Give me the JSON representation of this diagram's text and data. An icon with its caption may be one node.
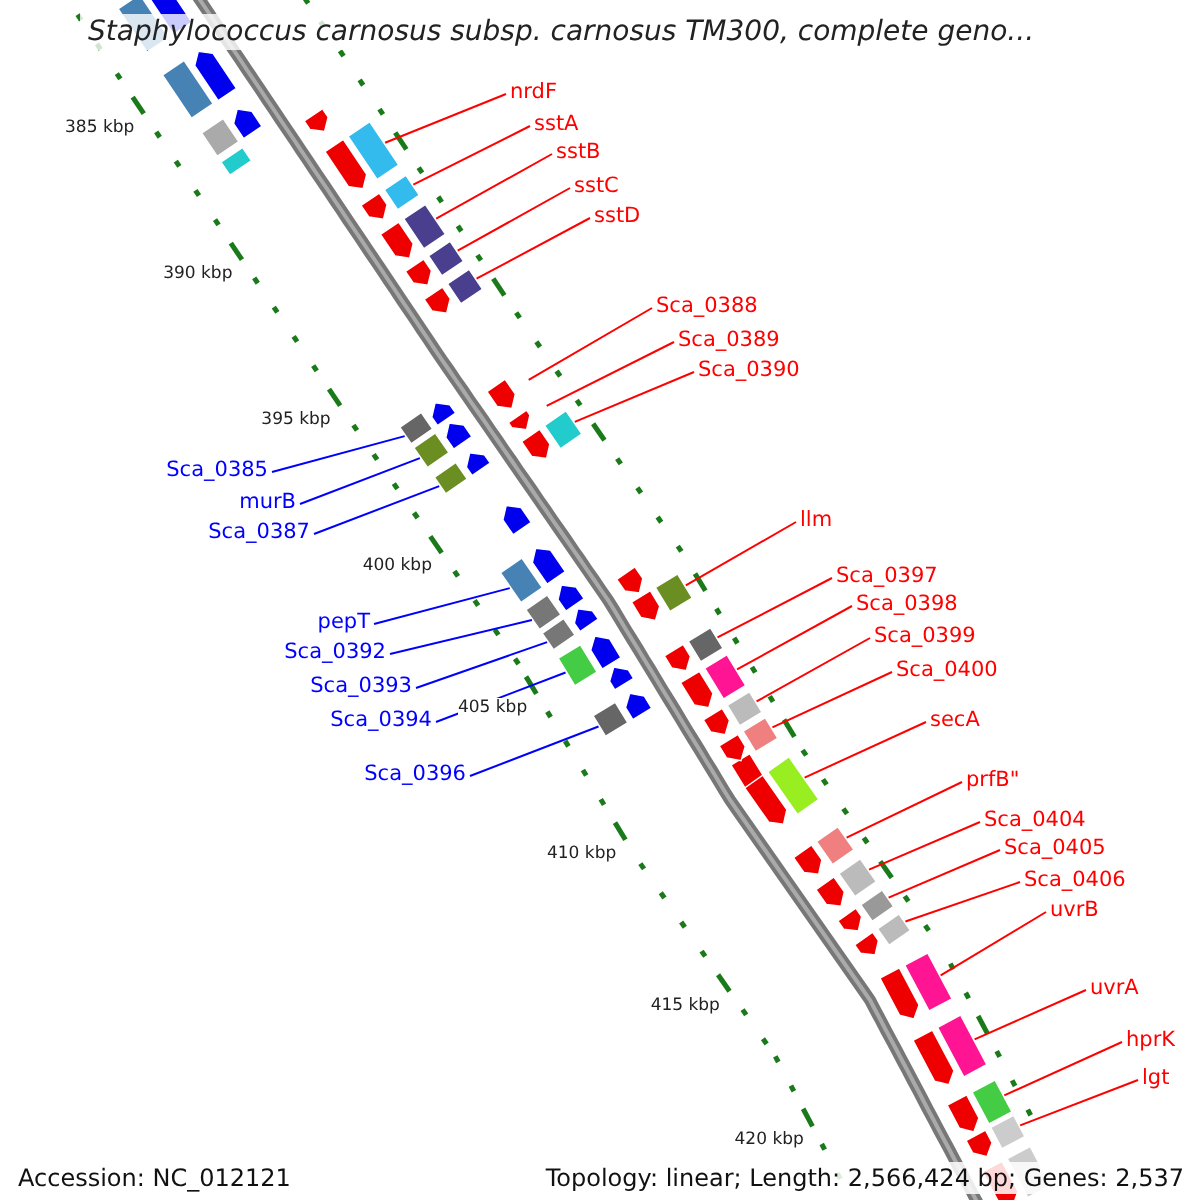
{
  "diagram": {
    "title": "Staphylococcus carnosus subsp. carnosus TM300, complete geno...",
    "nodes": [
      {
        "text": [
          "nrdF"
        ]
      },
      {
        "text": [
          "sstA"
        ]
      },
      {
        "text": [
          "sstB"
        ]
      },
      {
        "text": [
          "sstC"
        ]
      },
      {
        "text": [
          "sstD"
        ]
      },
      {
        "text": [
          "Sca_0388"
        ]
      },
      {
        "text": [
          "Sca_0389"
        ]
      },
      {
        "text": [
          "Sca_0390"
        ]
      },
      {
        "text": [
          "Sca_0385"
        ]
      },
      {
        "text": [
          "murB"
        ]
      },
      {
        "text": [
          "Sca_0387"
        ]
      },
      {
        "text": [
          "llm"
        ]
      },
      {
        "text": [
          "Sca_0397"
        ]
      },
      {
        "text": [
          "pepT"
        ]
      },
      {
        "text": [
          "Sca_0398"
        ]
      },
      {
        "text": [
          "Sca_0392"
        ]
      },
      {
        "text": [
          "Sca_0399"
        ]
      },
      {
        "text": [
          "Sca_0393"
        ]
      },
      {
        "text": [
          "Sca_0400"
        ]
      },
      {
        "text": [
          "Sca_0394"
        ]
      },
      {
        "text": [
          "secA"
        ]
      },
      {
        "text": [
          "Sca_0396"
        ]
      },
      {
        "text": [
          "prfB\""
        ]
      },
      {
        "text": [
          "Sca_0404"
        ]
      },
      {
        "text": [
          "Sca_0405"
        ]
      },
      {
        "text": [
          "Sca_0406"
        ]
      },
      {
        "text": [
          "uvrB"
        ]
      },
      {
        "text": [
          "uvrA"
        ]
      },
      {
        "text": [
          "hprK"
        ]
      },
      {
        "text": [
          "lgt"
        ]
      }
    ],
    "edges": [
      {
        "from": 0,
        "to": null,
        "arrow": "none"
      },
      {
        "from": 1,
        "to": null,
        "arrow": "none"
      },
      {
        "from": 2,
        "to": null,
        "arrow": "none"
      },
      {
        "from": 3,
        "to": null,
        "arrow": "none"
      },
      {
        "from": 4,
        "to": null,
        "arrow": "none"
      },
      {
        "from": 5,
        "to": null,
        "arrow": "none"
      },
      {
        "from": 6,
        "to": null,
        "arrow": "none"
      },
      {
        "from": 7,
        "to": null,
        "arrow": "none"
      },
      {
        "from": 8,
        "to": null,
        "arrow": "none",
        "color": "#0000ff"
      },
      {
        "from": 9,
        "to": null,
        "arrow": "none",
        "color": "#0000ff"
      },
      {
        "from": 10,
        "to": null,
        "arrow": "none",
        "color": "#0000ff"
      },
      {
        "from": 11,
        "to": null,
        "arrow": "none"
      },
      {
        "from": 12,
        "to": null,
        "arrow": "none"
      },
      {
        "from": 13,
        "to": null,
        "arrow": "none",
        "color": "#0000ff"
      },
      {
        "from": 14,
        "to": null,
        "arrow": "none"
      },
      {
        "from": 15,
        "to": null,
        "arrow": "none",
        "color": "#0000ff"
      },
      {
        "from": 16,
        "to": null,
        "arrow": "none"
      },
      {
        "from": 17,
        "to": null,
        "arrow": "none",
        "color": "#0000ff"
      },
      {
        "from": 18,
        "to": null,
        "arrow": "none"
      },
      {
        "from": 19,
        "to": null,
        "arrow": "none",
        "color": "#0000ff"
      },
      {
        "from": 20,
        "to": null,
        "arrow": "none"
      },
      {
        "from": 21,
        "to": null,
        "arrow": "none",
        "color": "#0000ff"
      },
      {
        "from": 22,
        "to": null,
        "arrow": "none"
      },
      {
        "from": 23,
        "to": null,
        "arrow": "none"
      },
      {
        "from": 24,
        "to": null,
        "arrow": "none"
      },
      {
        "from": 25,
        "to": null,
        "arrow": "none"
      },
      {
        "from": 26,
        "to": null,
        "arrow": "none"
      },
      {
        "from": 27,
        "to": null,
        "arrow": "none"
      },
      {
        "from": 28,
        "to": null,
        "arrow": "none"
      },
      {
        "from": 29,
        "to": null,
        "arrow": "none"
      }
    ],
    "labels": [
      "385 kbp",
      "390 kbp",
      "395 kbp",
      "400 kbp",
      "405 kbp",
      "410 kbp",
      "415 kbp",
      "420 kbp",
      "Accession: NC_012121",
      "Topology: linear; Length: 2,566,424 bp; Genes: 2,537"
    ]
  }
}
